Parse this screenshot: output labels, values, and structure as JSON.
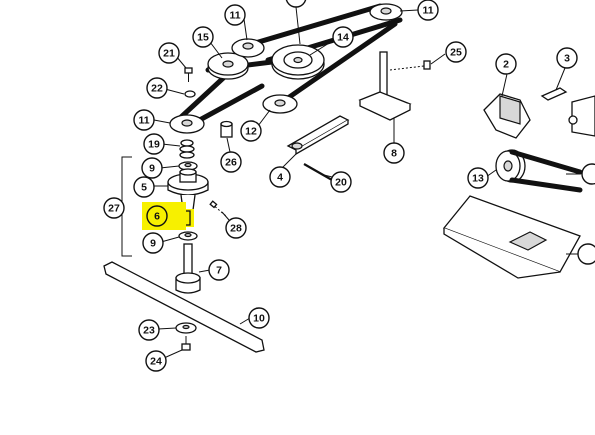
{
  "diagram": {
    "callouts": [
      {
        "id": "c11-top",
        "label": "11"
      },
      {
        "id": "c15",
        "label": "15"
      },
      {
        "id": "c14",
        "label": "14"
      },
      {
        "id": "c11-right",
        "label": "11"
      },
      {
        "id": "c21",
        "label": "21"
      },
      {
        "id": "c22",
        "label": "22"
      },
      {
        "id": "c25",
        "label": "25"
      },
      {
        "id": "c2",
        "label": "2"
      },
      {
        "id": "c3",
        "label": "3"
      },
      {
        "id": "c11-left",
        "label": "11"
      },
      {
        "id": "c12",
        "label": "12"
      },
      {
        "id": "c19",
        "label": "19"
      },
      {
        "id": "c26",
        "label": "26"
      },
      {
        "id": "c8",
        "label": "8"
      },
      {
        "id": "c9-top",
        "label": "9"
      },
      {
        "id": "c4",
        "label": "4"
      },
      {
        "id": "c20",
        "label": "20"
      },
      {
        "id": "c5",
        "label": "5"
      },
      {
        "id": "c13",
        "label": "13"
      },
      {
        "id": "c27",
        "label": "27"
      },
      {
        "id": "c6",
        "label": "6",
        "highlighted": true
      },
      {
        "id": "c28",
        "label": "28"
      },
      {
        "id": "c9-bottom",
        "label": "9"
      },
      {
        "id": "c7",
        "label": "7"
      },
      {
        "id": "c10",
        "label": "10"
      },
      {
        "id": "c23",
        "label": "23"
      },
      {
        "id": "c24",
        "label": "24"
      }
    ],
    "highlight_color": "#f7f000"
  }
}
